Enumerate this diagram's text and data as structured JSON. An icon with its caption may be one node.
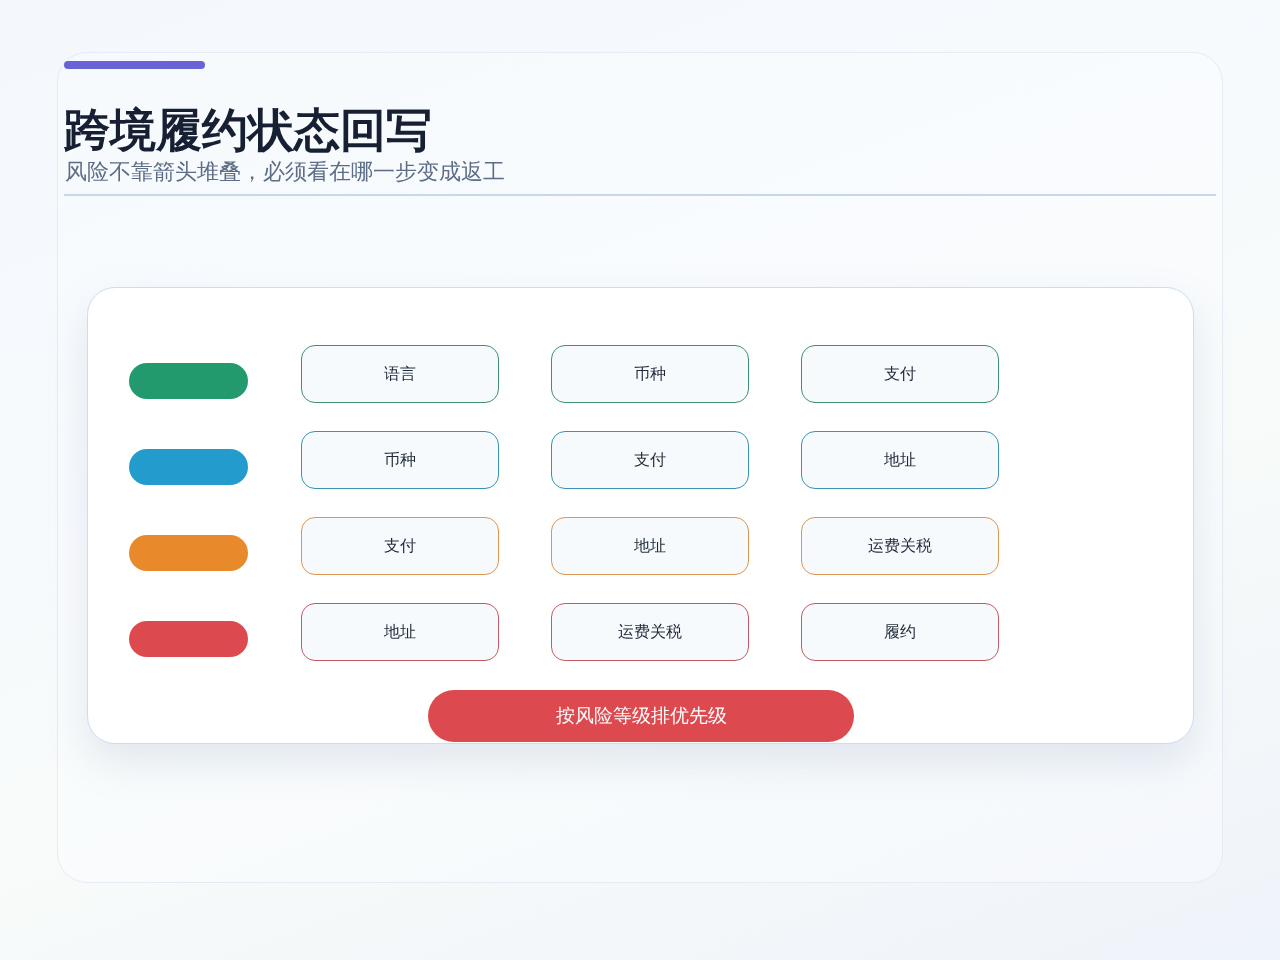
{
  "diagram": {
    "title": "跨境履约状态回写",
    "nodes": [
      {
        "text": [],
        "shape": "box"
      },
      {
        "text": [],
        "shape": "bar",
        "in": 0
      },
      {
        "text": [
          "语言"
        ],
        "in": 0
      },
      {
        "text": [
          "币种"
        ],
        "in": 0
      },
      {
        "text": [
          "支付"
        ],
        "in": 0
      },
      {
        "text": [],
        "shape": "bar",
        "in": 0
      },
      {
        "text": [
          "币种"
        ],
        "in": 0
      },
      {
        "text": [
          "支付"
        ],
        "in": 0
      },
      {
        "text": [
          "地址"
        ],
        "in": 0
      },
      {
        "text": [],
        "shape": "bar",
        "in": 0
      },
      {
        "text": [
          "支付"
        ],
        "in": 0
      },
      {
        "text": [
          "地址"
        ],
        "in": 0
      },
      {
        "text": [
          "运费关税"
        ],
        "in": 0
      },
      {
        "text": [],
        "shape": "bar",
        "in": 0
      },
      {
        "text": [
          "地址"
        ],
        "in": 0
      },
      {
        "text": [
          "运费关税"
        ],
        "in": 0
      },
      {
        "text": [
          "履约"
        ],
        "in": 0
      },
      {
        "text": [
          "按风险等级排优先级"
        ],
        "in": 0
      }
    ],
    "labels": [
      "风险不靠箭头堆叠，必须看在哪一步变成返工"
    ]
  }
}
